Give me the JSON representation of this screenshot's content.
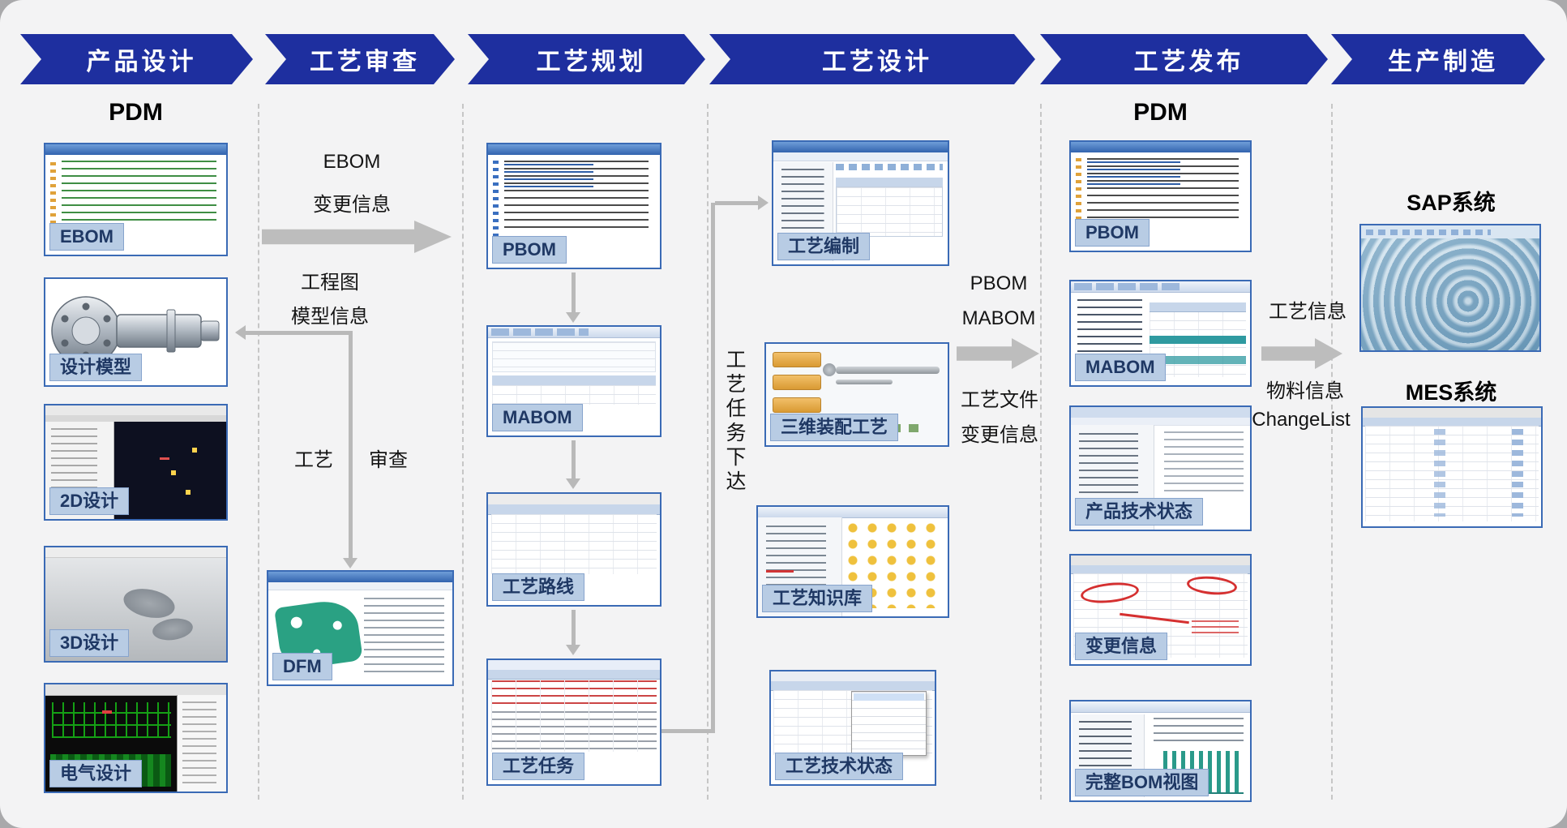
{
  "banner": {
    "stages": [
      {
        "label": "产品设计"
      },
      {
        "label": "工艺审查"
      },
      {
        "label": "工艺规划"
      },
      {
        "label": "工艺设计"
      },
      {
        "label": "工艺发布"
      },
      {
        "label": "生产制造"
      }
    ]
  },
  "product_design": {
    "heading": "PDM",
    "ebom_label": "EBOM",
    "model_label": "设计模型",
    "cad2d_label": "2D设计",
    "cad3d_label": "3D设计",
    "electrical_label": "电气设计"
  },
  "process_review": {
    "flow_ebom": "EBOM",
    "flow_change": "变更信息",
    "flow_drawing": "工程图",
    "flow_model": "模型信息",
    "review_left": "工艺",
    "review_right": "审查",
    "dfm_label": "DFM"
  },
  "process_planning": {
    "pbom_label": "PBOM",
    "mabom_label": "MABOM",
    "route_label": "工艺路线",
    "task_label": "工艺任务"
  },
  "task_release_label": "工艺任务下达",
  "process_design": {
    "compile_label": "工艺编制",
    "assembly_label": "三维装配工艺",
    "knowledge_label": "工艺知识库",
    "status_label": "工艺技术状态"
  },
  "handoff_to_release": {
    "pbom": "PBOM",
    "mabom": "MABOM",
    "file": "工艺文件",
    "change": "变更信息"
  },
  "process_release": {
    "heading": "PDM",
    "pbom_label": "PBOM",
    "mabom_label": "MABOM",
    "product_status_label": "产品技术状态",
    "change_label": "变更信息",
    "bom_view_label": "完整BOM视图"
  },
  "handoff_to_production": {
    "info": "工艺信息",
    "material": "物料信息",
    "changelist": "ChangeList"
  },
  "production": {
    "sap_heading": "SAP系统",
    "mes_heading": "MES系统"
  },
  "colors": {
    "banner_blue": "#1e2f9f",
    "label_chip_bg": "#b8cce4",
    "label_chip_text": "#1f3864",
    "arrow_gray": "#b9b9b9",
    "screenshot_border": "#3a6ab5"
  }
}
